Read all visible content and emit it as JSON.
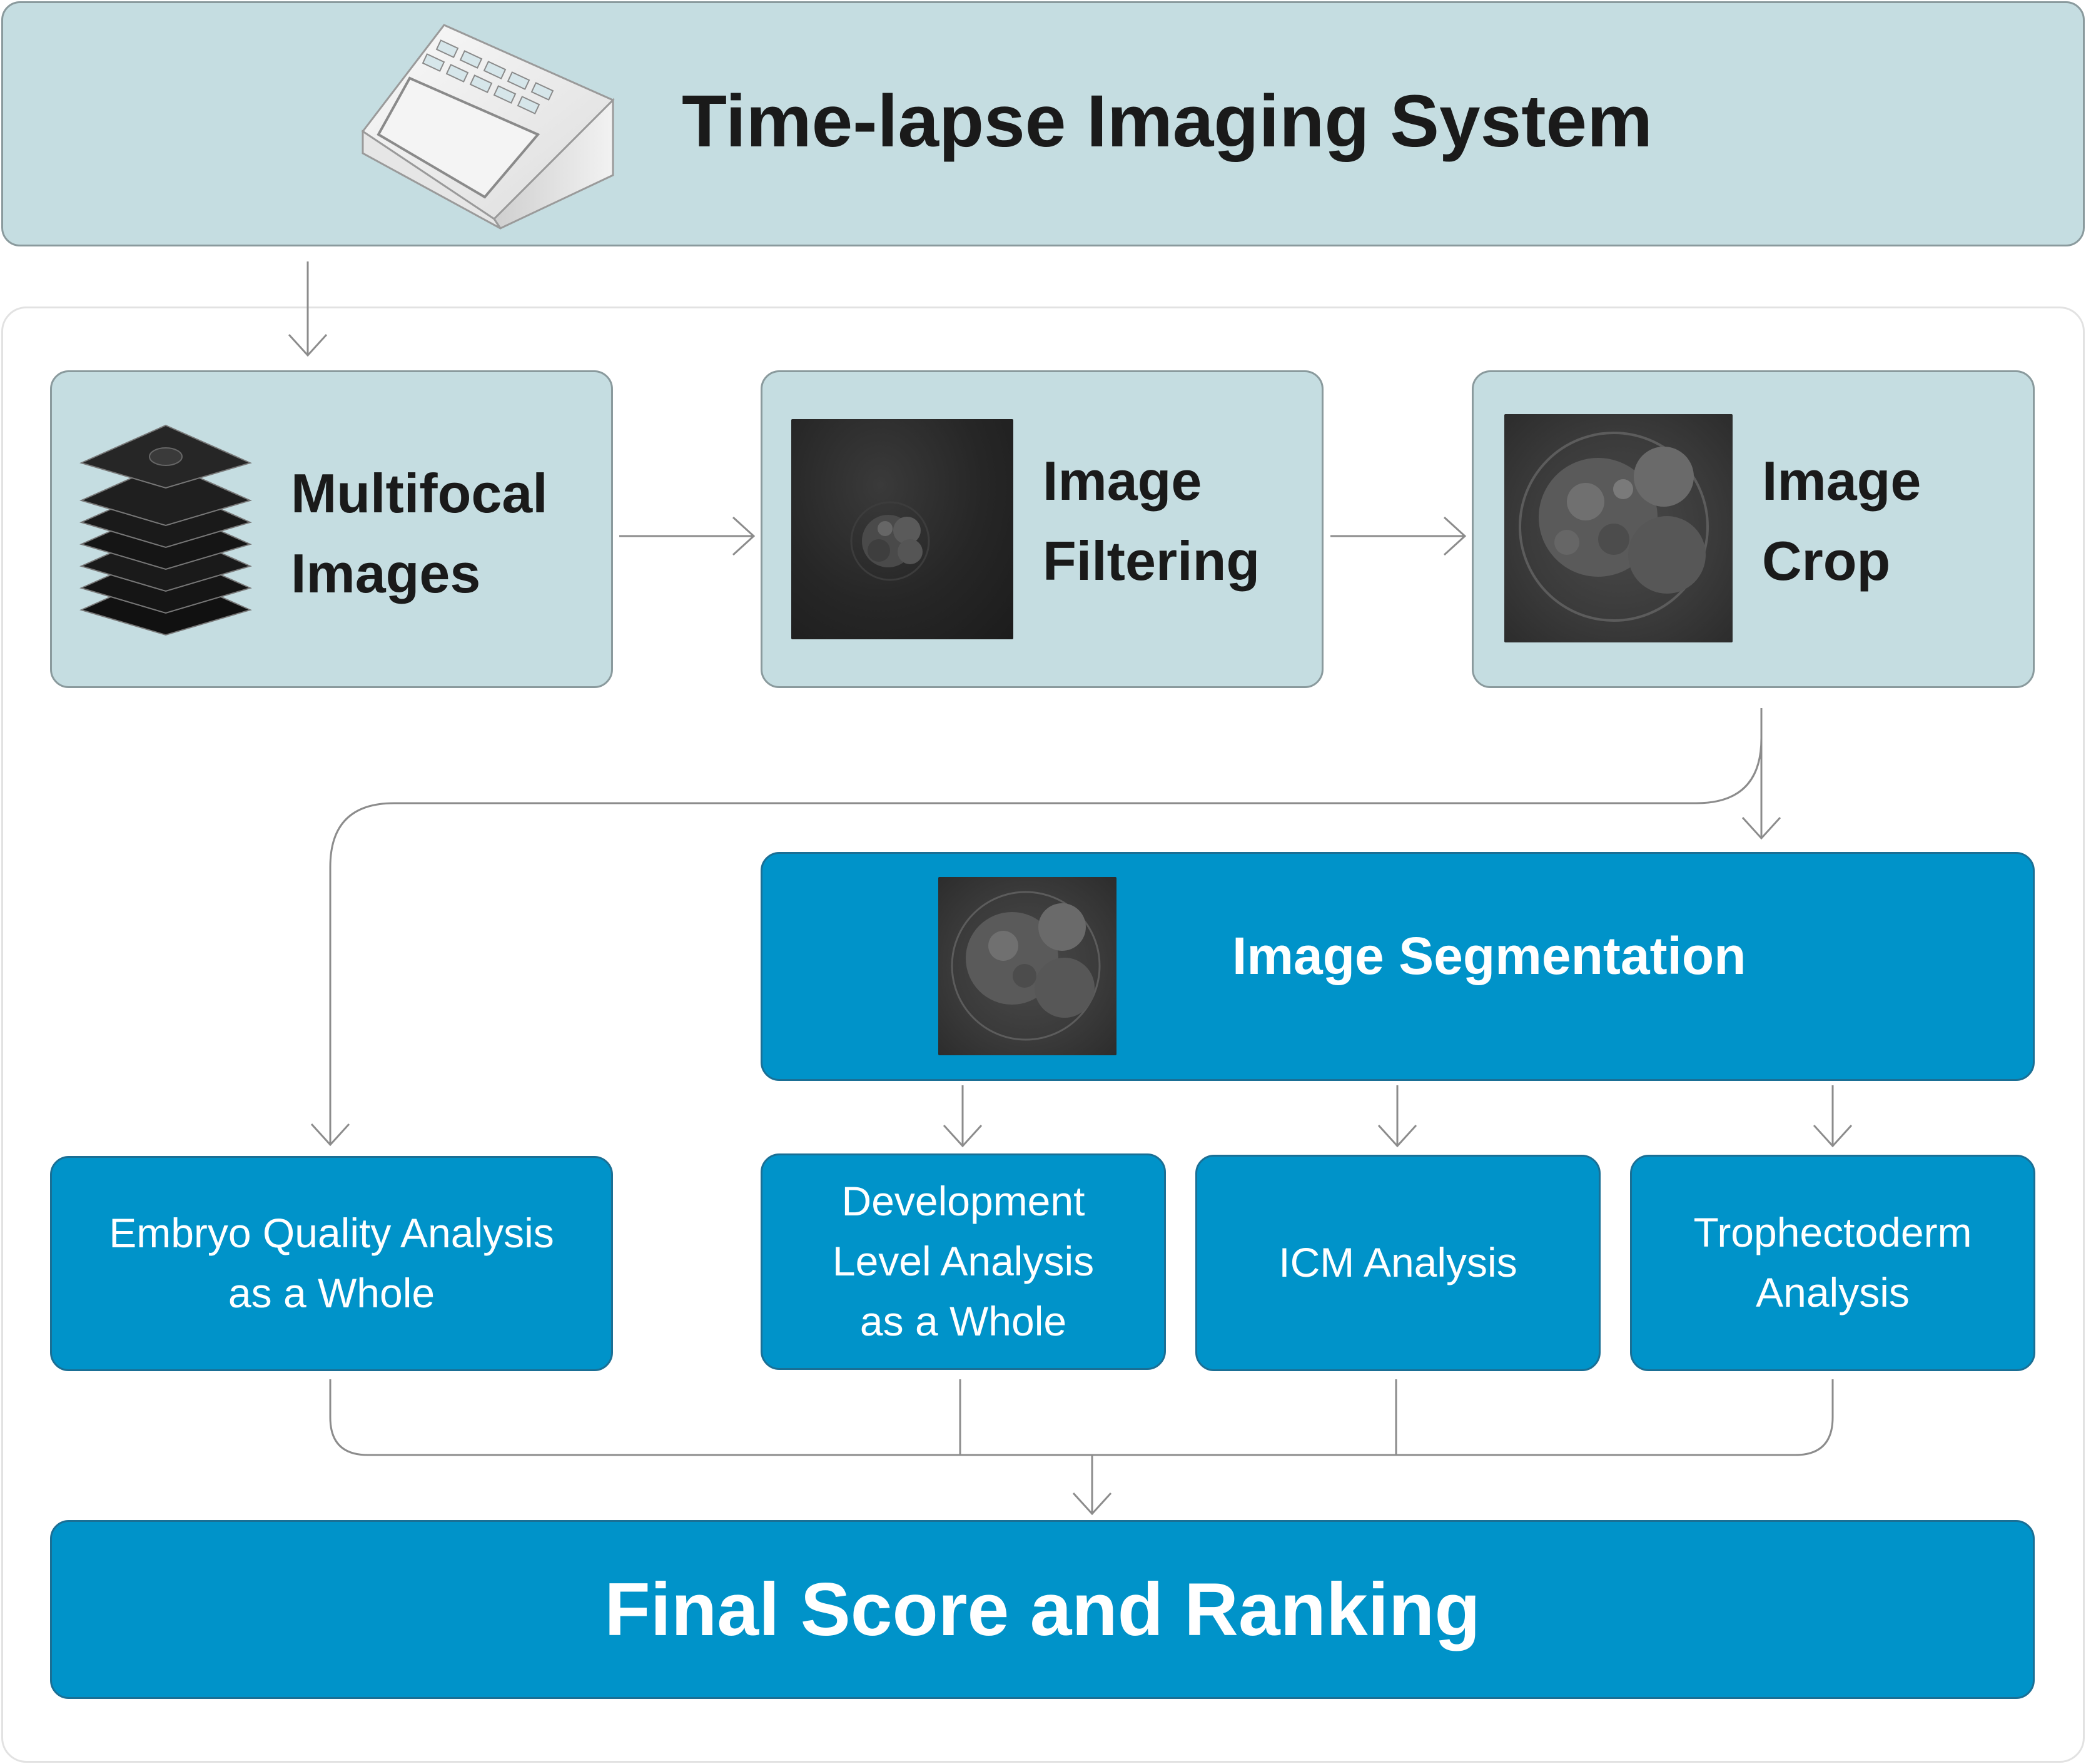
{
  "header": {
    "title": "Time-lapse Imaging System"
  },
  "steps": {
    "multifocal": "Multifocal\nImages",
    "filtering": "Image\nFiltering",
    "crop": "Image\nCrop"
  },
  "segmentation": {
    "title": "Image Segmentation"
  },
  "analyses": {
    "embryo_quality": "Embryo Quality Analysis\nas a Whole",
    "development_level": "Development\nLevel Analysis\nas a Whole",
    "icm": "ICM Analysis",
    "trophectoderm": "Trophectoderm\nAnalysis"
  },
  "final": {
    "title": "Final Score and Ranking"
  },
  "colors": {
    "header_fill": "#c5dde1",
    "step_fill": "#c5dde1",
    "analysis_fill": "#0093c9",
    "connector": "#8c8c8c"
  },
  "icons": {
    "device": "incubator-device-icon",
    "stack": "image-stack-icon",
    "embryo": "embryo-micrograph"
  }
}
